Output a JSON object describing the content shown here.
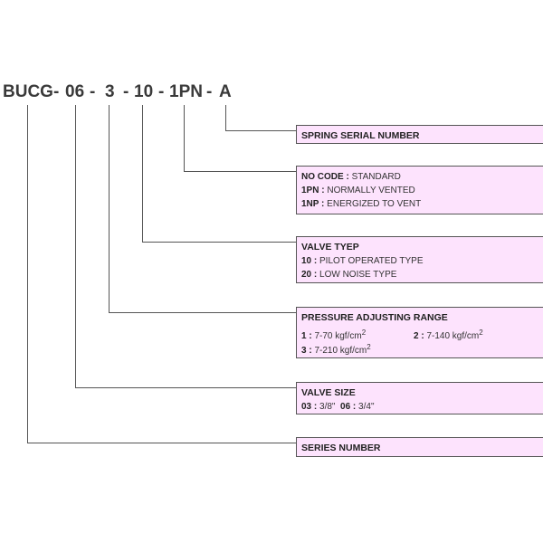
{
  "model_code": {
    "series": "BUCG",
    "size": "06",
    "pressure": "3",
    "valve_type": "10",
    "vent": "1PN",
    "spring": "A",
    "separator": "-"
  },
  "boxes": {
    "spring": {
      "title": "SPRING SERIAL NUMBER"
    },
    "vent": {
      "rows": [
        {
          "code": "NO CODE :",
          "desc": "STANDARD"
        },
        {
          "code": "1PN :",
          "desc": "NORMALLY VENTED"
        },
        {
          "code": "1NP :",
          "desc": "ENERGIZED TO VENT"
        }
      ]
    },
    "valve_type": {
      "title": "VALVE TYEP",
      "rows": [
        {
          "code": "10 :",
          "desc": "PILOT OPERATED TYPE"
        },
        {
          "code": "20 :",
          "desc": "LOW NOISE TYPE"
        }
      ]
    },
    "pressure": {
      "title": "PRESSURE ADJUSTING RANGE",
      "opt1": {
        "code": "1 :",
        "desc": "7-70 kgf/cm",
        "sup": "2"
      },
      "opt2": {
        "code": "2 :",
        "desc": "7-140 kgf/cm",
        "sup": "2"
      },
      "opt3": {
        "code": "3 :",
        "desc": "7-210 kgf/cm",
        "sup": "2"
      }
    },
    "size": {
      "title": "VALVE SIZE",
      "opt1": {
        "code": "03 :",
        "desc": "3/8\""
      },
      "opt2": {
        "code": "06 :",
        "desc": "3/4\""
      }
    },
    "series": {
      "title": "SERIES NUMBER"
    }
  },
  "colors": {
    "box_fill": "#fde3fd",
    "line": "#555555"
  }
}
